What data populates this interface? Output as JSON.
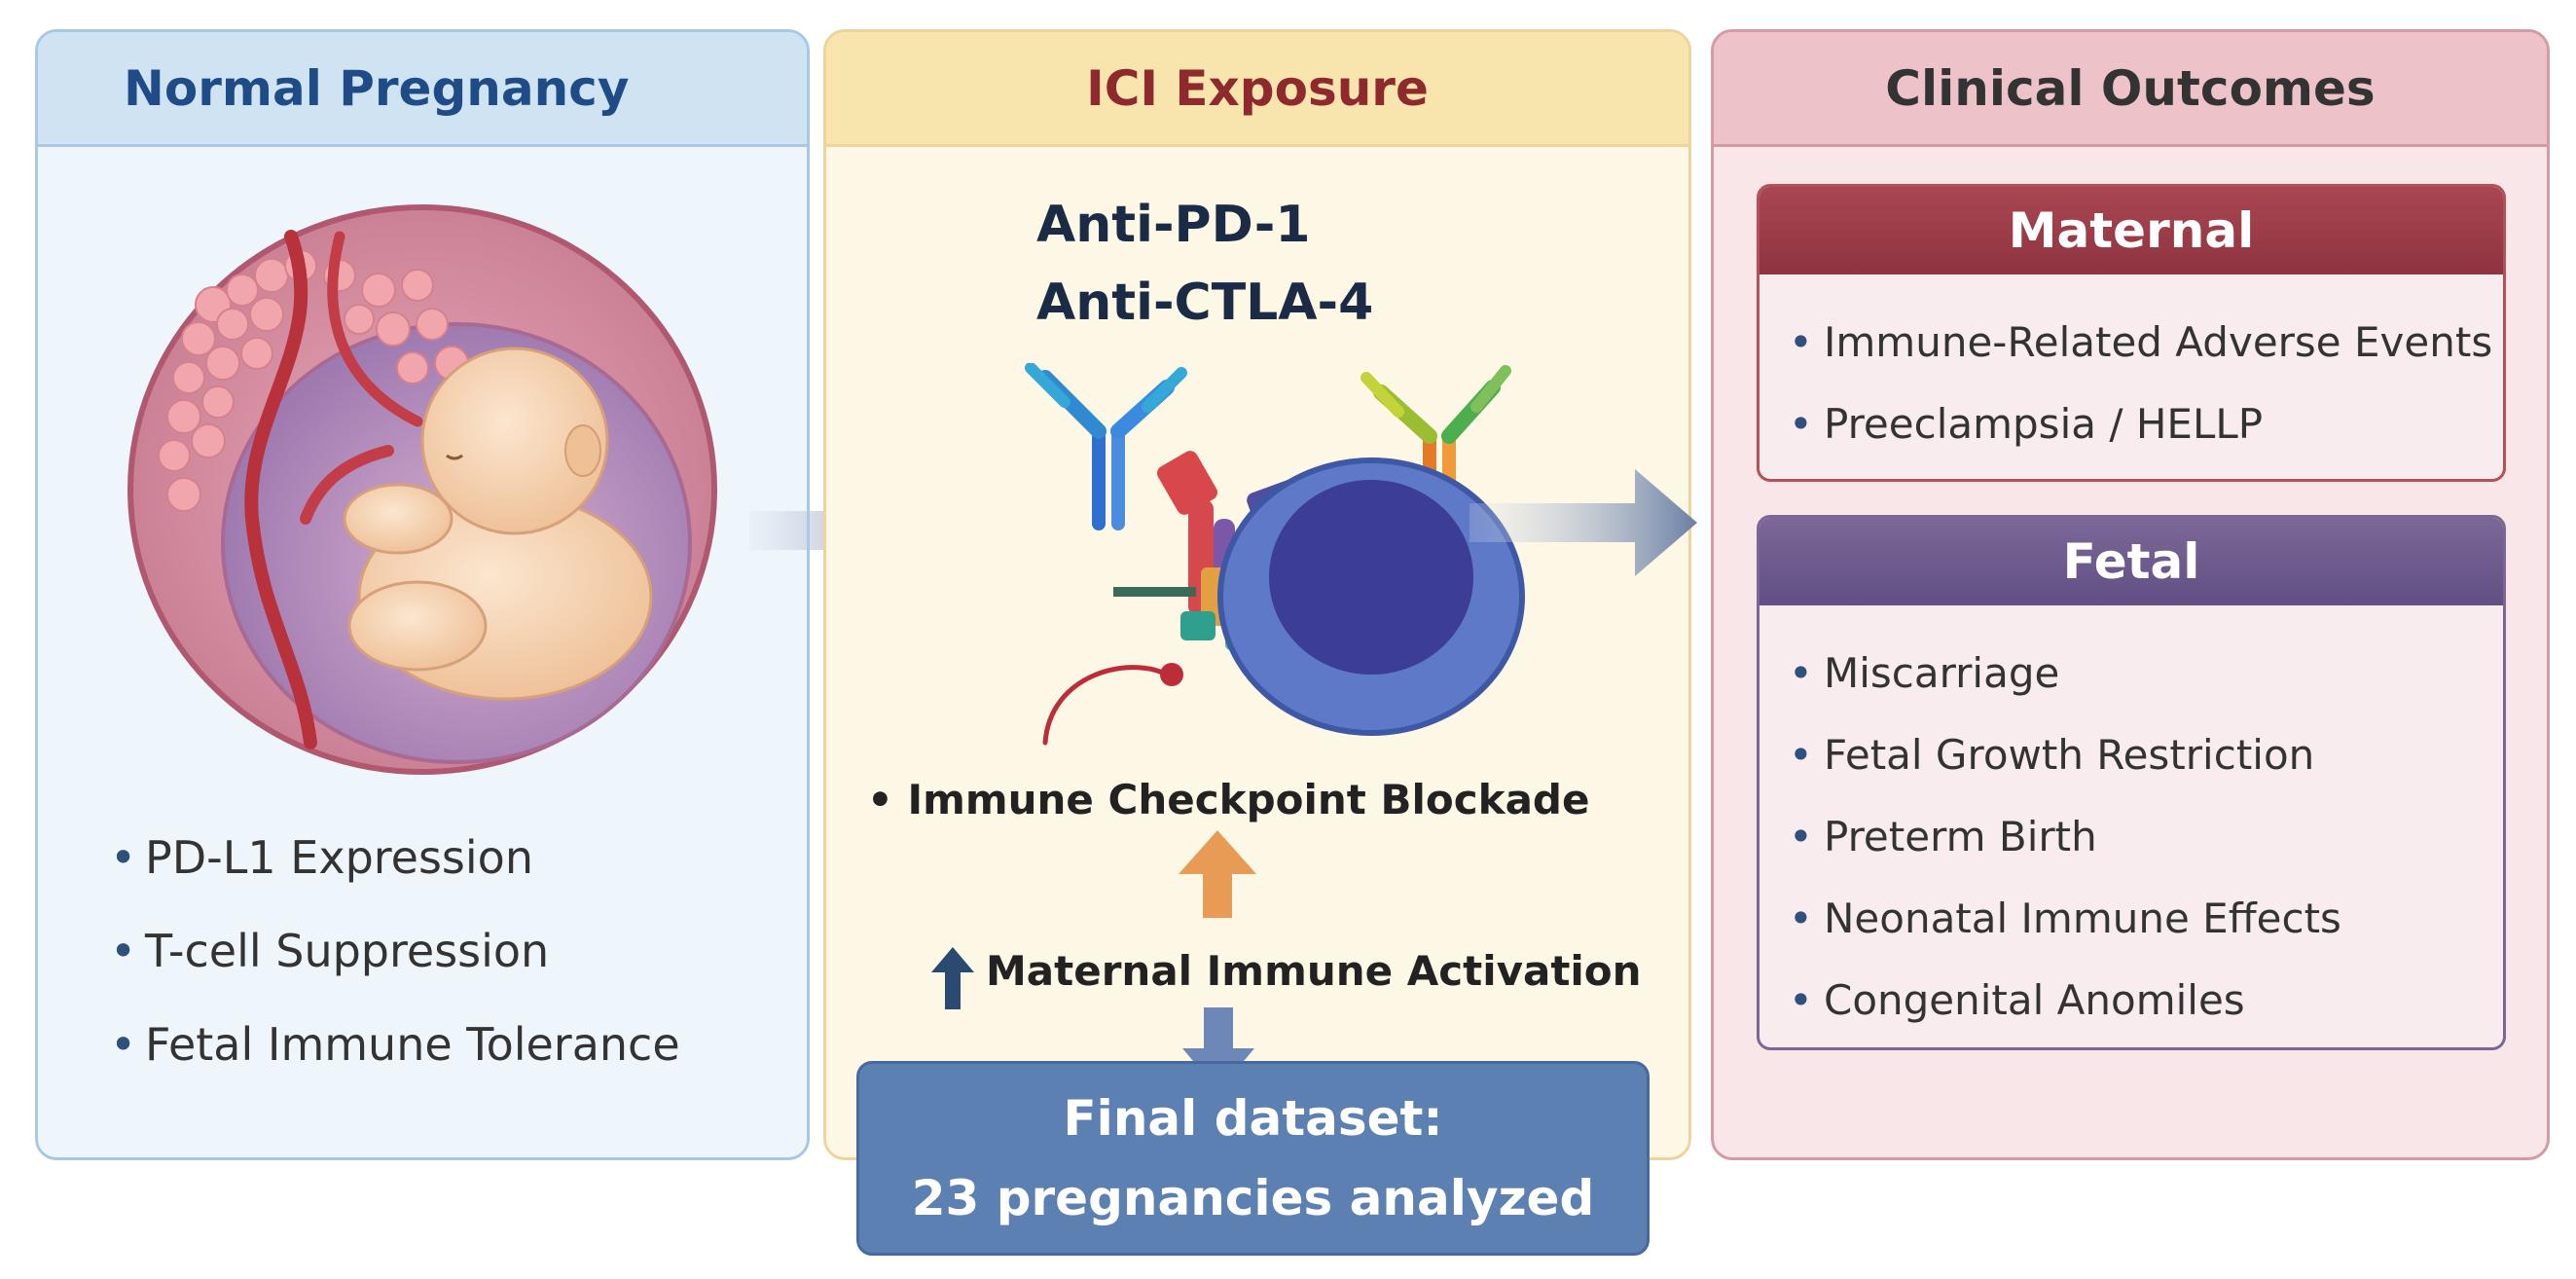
{
  "normal_pregnancy": {
    "title": "Normal Pregnancy",
    "bullets": [
      "PD-L1 Expression",
      "T-cell Suppression",
      "Fetal Immune Tolerance"
    ]
  },
  "ici_exposure": {
    "title": "ICI Exposure",
    "drugs": [
      "Anti-PD-1",
      "Anti-CTLA-4"
    ],
    "blockade_label": "• Immune  Checkpoint Blockade",
    "activation_label": "Maternal Immune Activation"
  },
  "clinical_outcomes": {
    "title": "Clinical Outcomes",
    "maternal": {
      "title": "Maternal",
      "items": [
        "Immune-Related Adverse Events",
        "Preeclampsia / HELLP"
      ]
    },
    "fetal": {
      "title": "Fetal",
      "items": [
        "Miscarriage",
        "Fetal Growth Restriction",
        "Preterm Birth",
        "Neonatal Immune Effects",
        "Congenital Anomiles"
      ]
    }
  },
  "final_dataset": {
    "line1": "Final dataset:",
    "line2": "23 pregnancies analyzed"
  },
  "icons": [
    "fetus-in-uterus-illustration",
    "antibody-icon",
    "t-cell-icon",
    "arrow-right-icon",
    "arrow-up-icon",
    "arrow-down-icon"
  ],
  "colors": {
    "panel1_header": "#cfe3f3",
    "panel2_header": "#f8e4ad",
    "panel3_header": "#edc2c8",
    "maternal_header": "#a94752",
    "fetal_header": "#7b6898",
    "final_box": "#5d80b3"
  }
}
